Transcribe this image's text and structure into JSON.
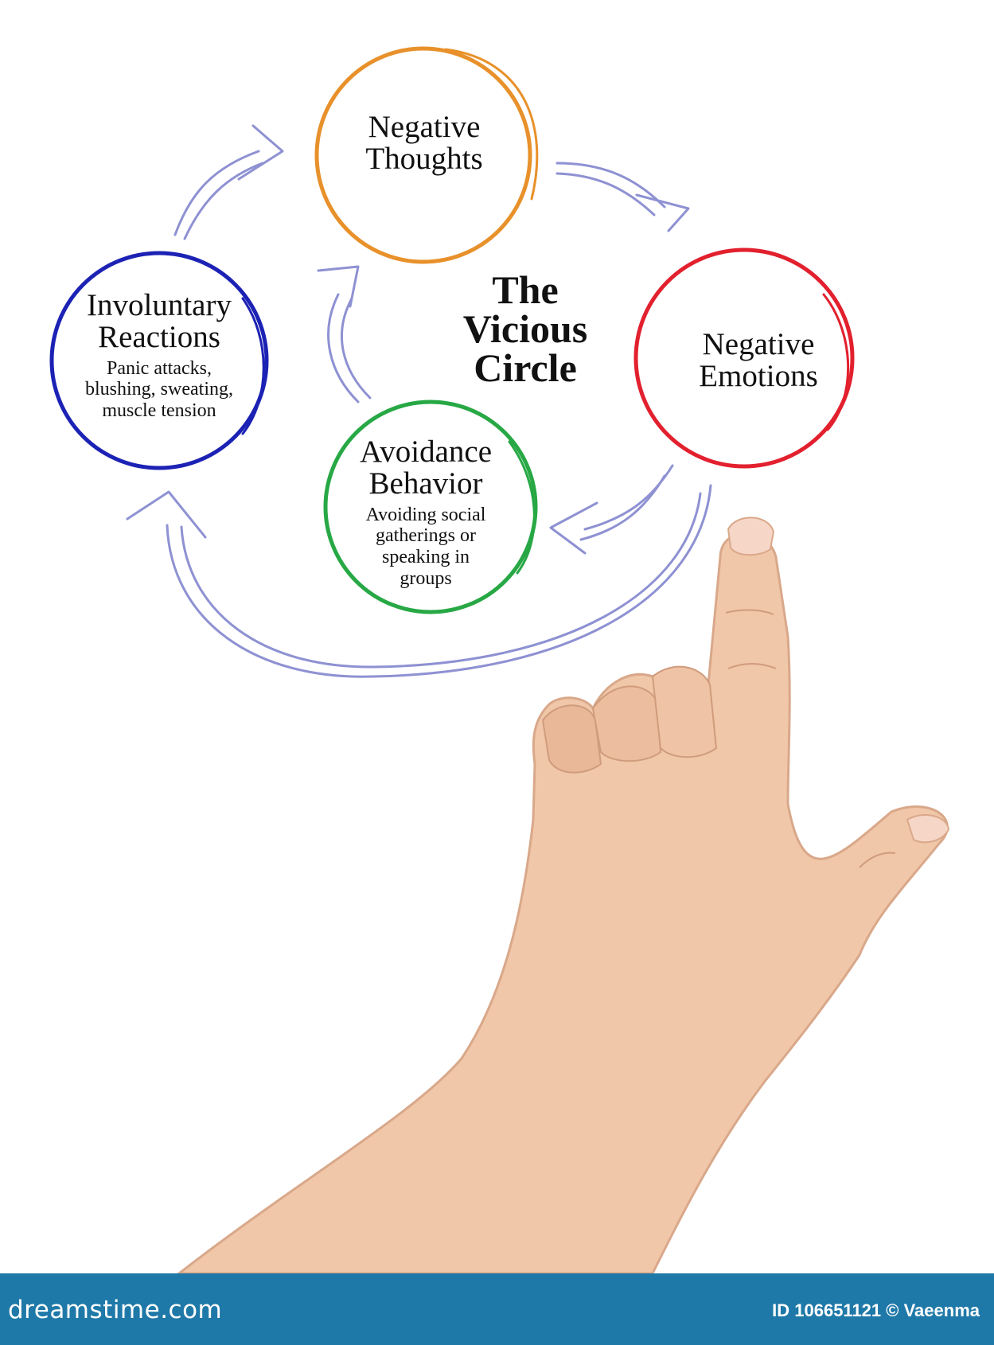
{
  "diagram": {
    "title_lines": [
      "The",
      "Vicious",
      "Circle"
    ],
    "nodes": [
      {
        "id": "negative-thoughts",
        "lines": [
          "Negative",
          "Thoughts"
        ],
        "detail": [],
        "color": "#e8912b"
      },
      {
        "id": "negative-emotions",
        "lines": [
          "Negative",
          "Emotions"
        ],
        "detail": [],
        "color": "#e2202e"
      },
      {
        "id": "avoidance-behavior",
        "lines": [
          "Avoidance",
          "Behavior"
        ],
        "detail": [
          "Avoiding social",
          "gatherings or",
          "speaking in",
          "groups"
        ],
        "color": "#27a845"
      },
      {
        "id": "involuntary-reactions",
        "lines": [
          "Involuntary",
          "Reactions"
        ],
        "detail": [
          "Panic attacks,",
          "blushing, sweating,",
          "muscle tension"
        ],
        "color": "#1c22b4"
      }
    ],
    "arrow_color": "#8e91d2",
    "skin_color": "#f1c7a9"
  },
  "footer": {
    "brand": "dreamstime.com",
    "credit": "ID 106651121 © Vaeenma",
    "color": "#1f79a8"
  }
}
